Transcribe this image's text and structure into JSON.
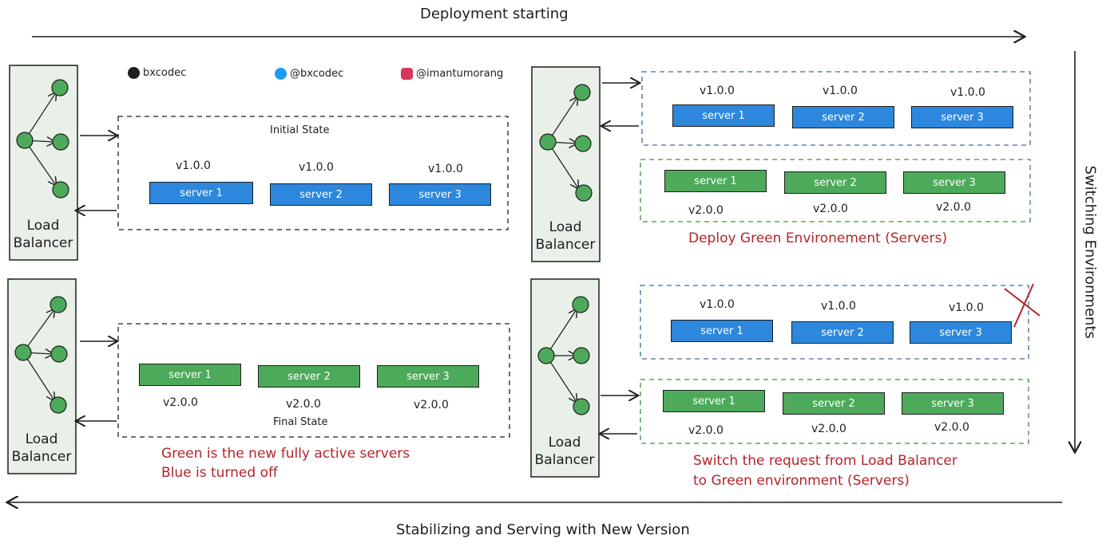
{
  "flow": {
    "top": "Deployment starting",
    "right": "Switching Environments",
    "bottom": "Stabilizing and Serving with New Version"
  },
  "social": {
    "github": "bxcodec",
    "twitter": "@bxcodec",
    "instagram": "@imantumorang"
  },
  "load_balancer_label": [
    "Load",
    "Balancer"
  ],
  "panels": {
    "initial": {
      "caption": "Initial State",
      "version": "v1.0.0",
      "servers": [
        "server 1",
        "server 2",
        "server 3"
      ]
    },
    "deploy_green": {
      "blue_version": "v1.0.0",
      "green_version": "v2.0.0",
      "servers": [
        "server 1",
        "server 2",
        "server 3"
      ],
      "note": "Deploy Green Environement (Servers)"
    },
    "switch": {
      "blue_version": "v1.0.0",
      "green_version": "v2.0.0",
      "servers": [
        "server 1",
        "server 2",
        "server 3"
      ],
      "note_line1": "Switch the request from Load Balancer",
      "note_line2": "to Green environment (Servers)"
    },
    "final": {
      "caption": "Final State",
      "version": "v2.0.0",
      "servers": [
        "server 1",
        "server 2",
        "server 3"
      ],
      "note_line1": "Green is the new fully active servers",
      "note_line2": "Blue is turned off"
    }
  },
  "colors": {
    "blue_server": "#2d87dc",
    "green_server": "#4daa5a",
    "lb_fill": "#e8f0e8",
    "node": "#4daa5a",
    "note_red": "#b5232a",
    "blue_border": "#3a6ea5",
    "green_border": "#3f8f3f"
  }
}
